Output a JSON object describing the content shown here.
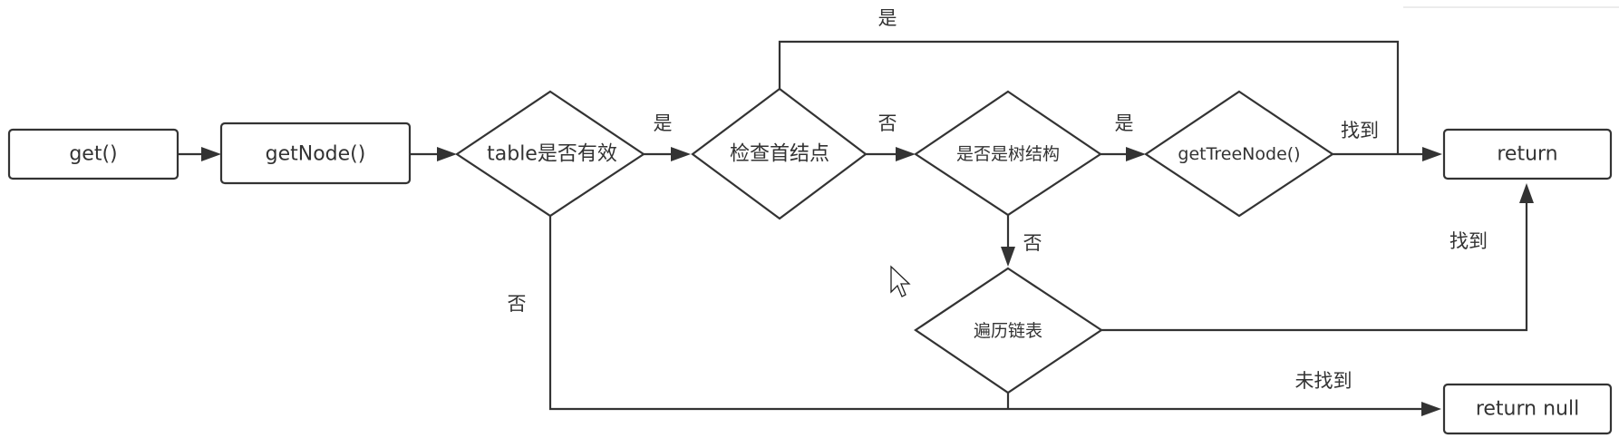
{
  "nodes": {
    "get": "get()",
    "get_node": "getNode()",
    "table_valid": "table是否有效",
    "check_first": "检查首结点",
    "is_tree": "是否是树结构",
    "get_tree_node": "getTreeNode()",
    "traverse_list": "遍历链表",
    "return": "return",
    "return_null": "return null"
  },
  "edge_labels": {
    "first_yes_top": "是",
    "table_yes": "是",
    "check_no": "否",
    "tree_yes": "是",
    "tree_found": "找到",
    "tree_no": "否",
    "table_no": "否",
    "list_found": "找到",
    "not_found": "未找到"
  },
  "colors": {
    "stroke": "#333333",
    "text": "#333333",
    "background": "#ffffff"
  }
}
